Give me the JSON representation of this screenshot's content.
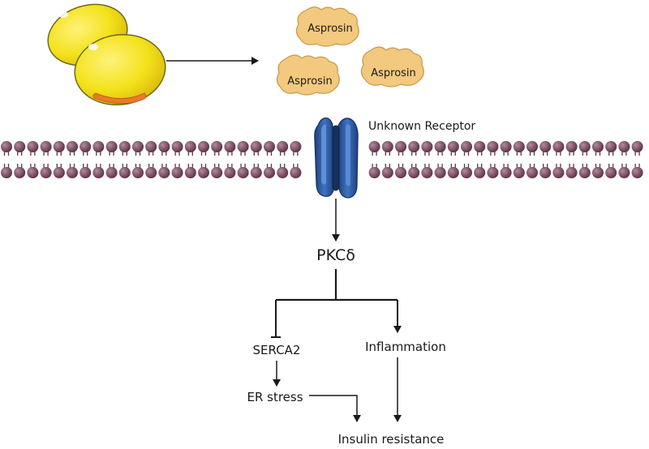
{
  "diagram": {
    "protein_label": "Asprosin",
    "proteins": [
      {
        "label": "Asprosin"
      },
      {
        "label": "Asprosin"
      },
      {
        "label": "Asprosin"
      }
    ],
    "receptor_label": "Unknown Receptor",
    "kinase_label": "PKCδ",
    "nodes": {
      "serca2": "SERCA2",
      "inflammation": "Inflammation",
      "er_stress": "ER stress",
      "insulin_resistance": "Insulin resistance"
    },
    "colors": {
      "fat_cell_fill": "#f3e21a",
      "fat_cell_edge": "#6d6a1c",
      "fat_cell_accent": "#e97a2a",
      "protein_fill": "#f2c97e",
      "protein_edge": "#c9964a",
      "lipid_head": "#6b3e52",
      "lipid_tail": "#5a3746",
      "receptor_body": "#2d5aa6",
      "receptor_edge": "#1b3463",
      "arrow": "#1a1a1a"
    }
  }
}
